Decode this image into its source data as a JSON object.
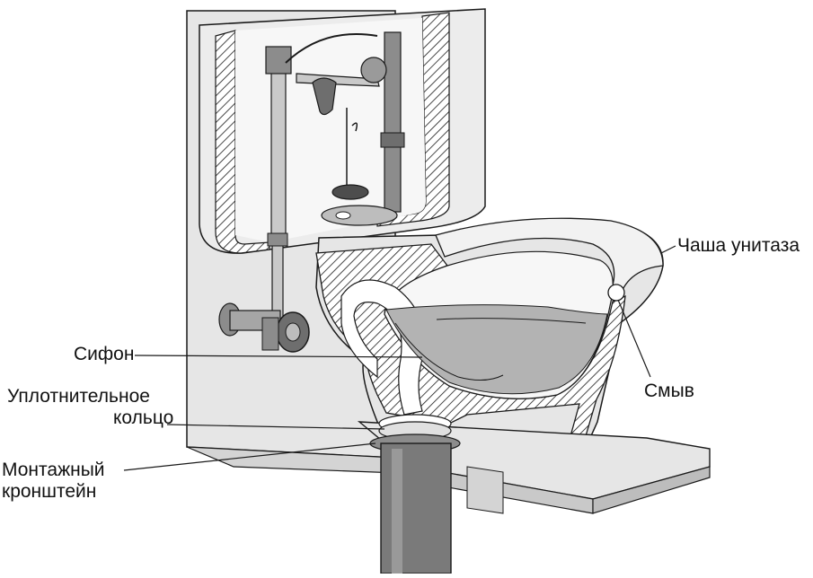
{
  "labels": {
    "bowl": "Чаша унитаза",
    "flush": "Смыв",
    "siphon": "Сифон",
    "wax_ring_line1": "Уплотнительное",
    "wax_ring_line2": "кольцо",
    "flange_line1": "Монтажный",
    "flange_line2": "кронштейн"
  },
  "colors": {
    "line": "#1a1a1a",
    "fill_light": "#e6e6e6",
    "fill_mid": "#c9c9c9",
    "fill_dark": "#8c8c8c",
    "water": "#b3b3b3",
    "pipe": "#7a7a7a",
    "background": "#ffffff"
  }
}
